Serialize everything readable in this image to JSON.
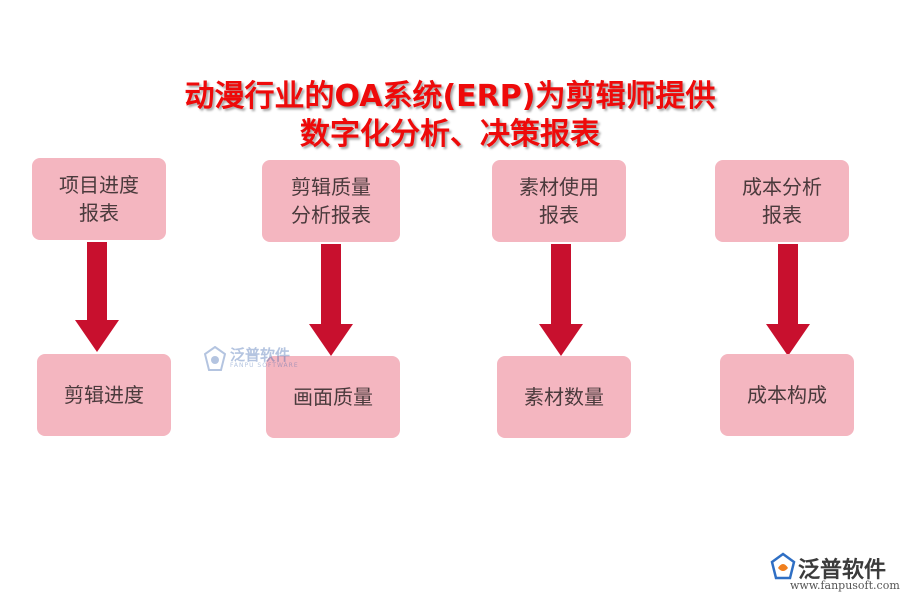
{
  "title": {
    "line1": "动漫行业的OA系统(ERP)为剪辑师提供",
    "line2": "数字化分析、决策报表"
  },
  "columns": [
    {
      "top": "项目进度\n报表",
      "bottom": "剪辑进度"
    },
    {
      "top": "剪辑质量\n分析报表",
      "bottom": "画面质量"
    },
    {
      "top": "素材使用\n报表",
      "bottom": "素材数量"
    },
    {
      "top": "成本分析\n报表",
      "bottom": "成本构成"
    }
  ],
  "watermark": {
    "name": "泛普软件",
    "sub": "FANPU SOFTWARE"
  },
  "logo": {
    "name": "泛普软件",
    "url": "www.fanpusoft.com"
  },
  "colors": {
    "title": "#ee0a0a",
    "box": "#f4b6c0",
    "arrow": "#c8102e"
  }
}
